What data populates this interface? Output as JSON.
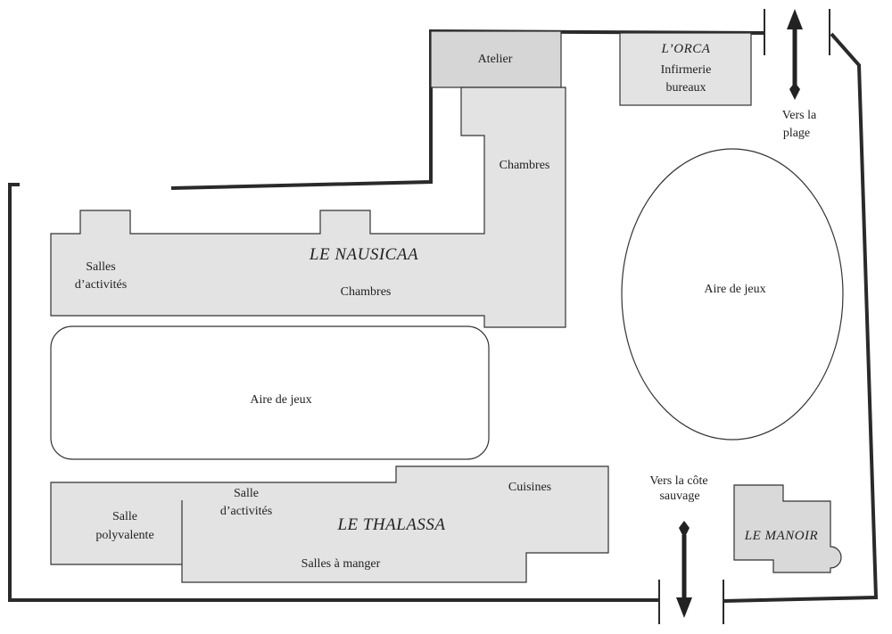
{
  "buildings": {
    "nausicaa": {
      "name": "LE NAUSICAA",
      "activities": [
        "Salles",
        "d’activités"
      ],
      "rooms_main": "Chambres",
      "rooms_wing": "Chambres"
    },
    "thalassa": {
      "name": "LE THALASSA",
      "hall": [
        "Salle",
        "polyvalente"
      ],
      "activities": [
        "Salle",
        "d’activités"
      ],
      "kitchen": "Cuisines",
      "dining": "Salles à manger"
    },
    "orca": {
      "name": "L’ORCA",
      "infirmary": "Infirmerie",
      "offices": "bureaux"
    },
    "atelier": {
      "name": "Atelier"
    },
    "manoir": {
      "name": "LE MANOIR"
    }
  },
  "play_areas": {
    "rectangle": "Aire de jeux",
    "oval": "Aire de jeux"
  },
  "exits": {
    "beach": [
      "Vers la",
      "plage"
    ],
    "coast": [
      "Vers la côte",
      "sauvage"
    ]
  },
  "colors": {
    "building_fill": "#e3e3e3",
    "atelier_fill": "#d6d6d6",
    "outline": "#333333",
    "wall": "#2a2a2a",
    "background": "#ffffff"
  }
}
